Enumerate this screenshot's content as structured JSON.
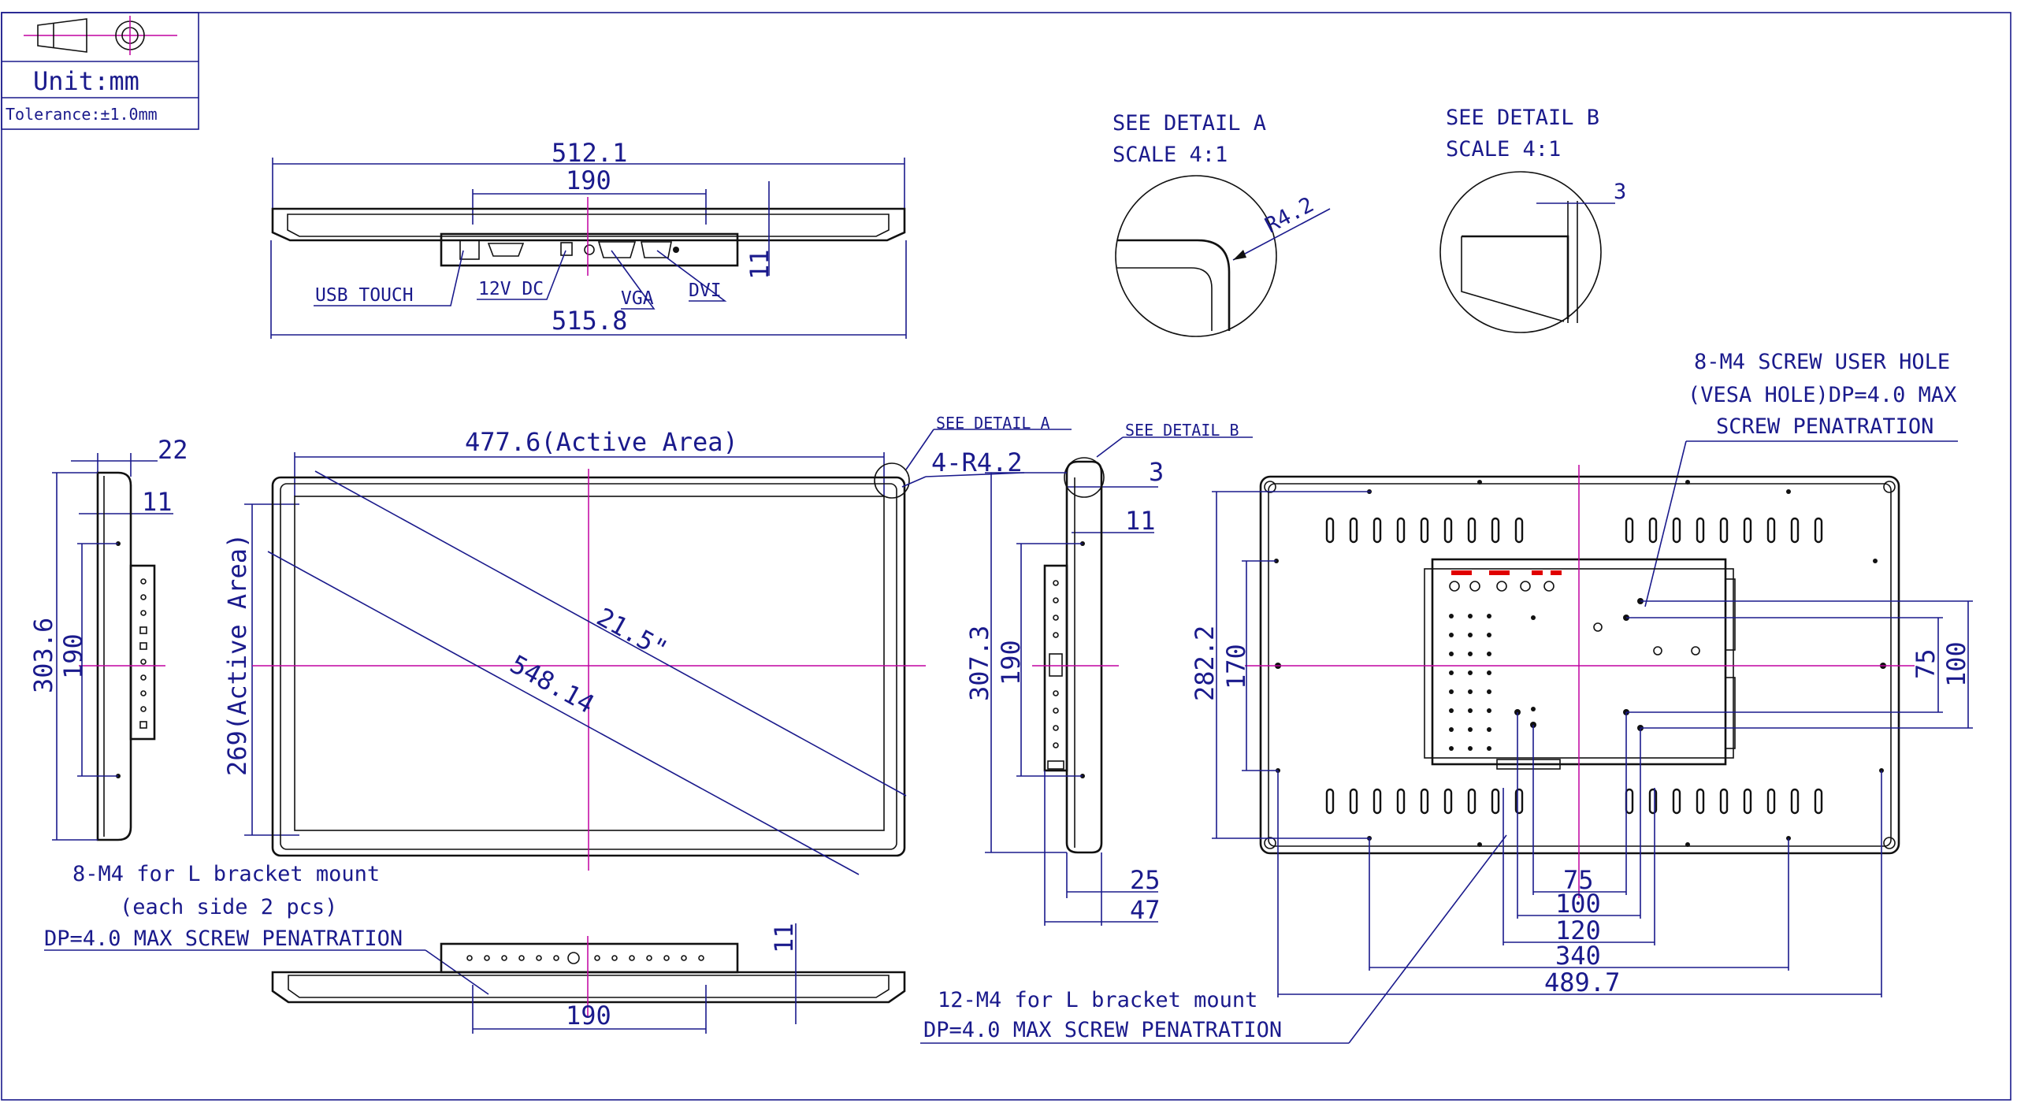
{
  "title_block": {
    "unit": "Unit:mm",
    "tolerance": "Tolerance:±1.0mm"
  },
  "top_view": {
    "overall_width": "512.1",
    "connector_span": "190",
    "bottom_width": "515.8",
    "depth": "11",
    "labels": {
      "usb": "USB TOUCH",
      "dc": "12V DC",
      "vga": "VGA",
      "dvi": "DVI"
    }
  },
  "details": {
    "a": {
      "title": "SEE DETAIL A",
      "scale": "SCALE 4:1",
      "radius": "R4.2"
    },
    "b": {
      "title": "SEE DETAIL B",
      "scale": "SCALE 4:1",
      "offset": "3"
    }
  },
  "front_view": {
    "active_width": "477.6(Active Area)",
    "active_height": "269(Active Area)",
    "diagonal_inch": "21.5\"",
    "diagonal_mm": "548.14",
    "corner_radius": "4-R4.2",
    "detail_a_callout": "SEE DETAIL A"
  },
  "left_side_view": {
    "depth": "22",
    "bracket_offset": "11",
    "height": "303.6",
    "hole_span": "190",
    "note_line1": "8-M4 for L bracket mount",
    "note_line2": "(each side 2 pcs)",
    "note_line3": "DP=4.0 MAX SCREW PENATRATION"
  },
  "right_side_view": {
    "detail_b_callout": "SEE DETAIL B",
    "bezel": "3",
    "bracket_offset": "11",
    "height": "307.3",
    "hole_span": "190",
    "depth_a": "25",
    "depth_b": "47"
  },
  "bottom_view": {
    "depth": "11",
    "hole_span": "190"
  },
  "rear_view": {
    "vesa_note_line1": "8-M4 SCREW USER HOLE",
    "vesa_note_line2": "(VESA HOLE)DP=4.0 MAX",
    "vesa_note_line3": "SCREW PENATRATION",
    "height": "282.2",
    "inner_height": "170",
    "vesa_small_v": "75",
    "vesa_large_v": "100",
    "dims_h": [
      "75",
      "100",
      "120",
      "340",
      "489.7"
    ],
    "bracket_note_line1": "12-M4 for L bracket mount",
    "bracket_note_line2": "DP=4.0 MAX SCREW PENATRATION"
  },
  "colors": {
    "dimension": "#1a1a8c",
    "outline": "#111111",
    "centerline": "#c000a0",
    "connector_marks": "#e00000"
  }
}
